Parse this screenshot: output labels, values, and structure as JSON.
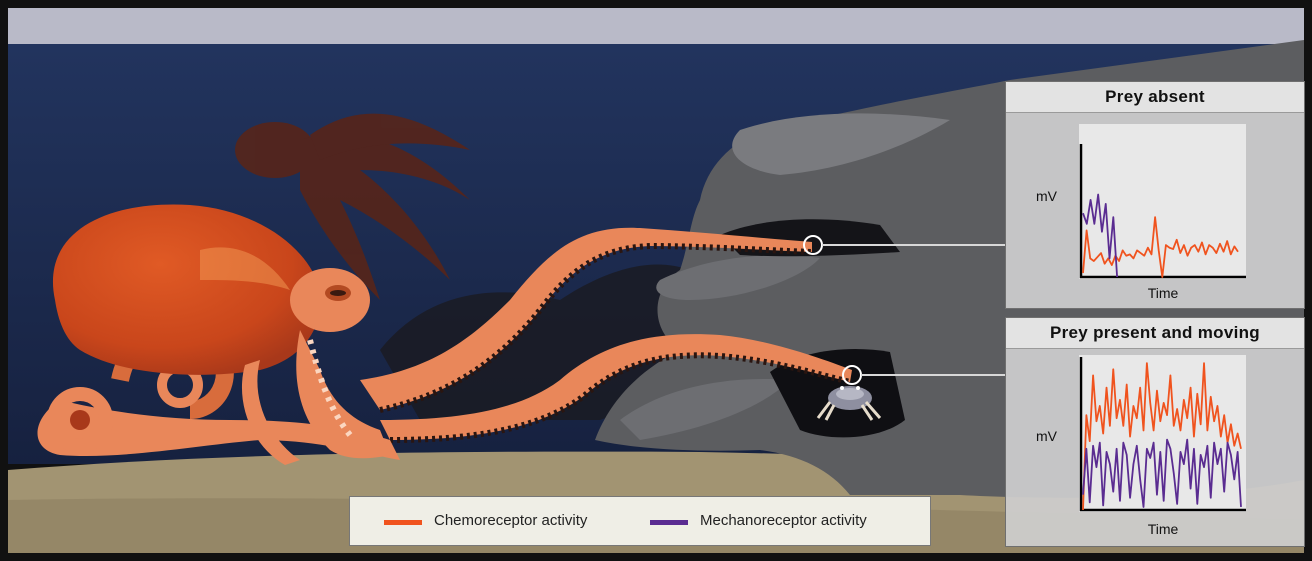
{
  "panels": [
    {
      "title": "Prey absent",
      "ylabel": "mV",
      "xlabel": "Time"
    },
    {
      "title": "Prey present and moving",
      "ylabel": "mV",
      "xlabel": "Time"
    }
  ],
  "legend": {
    "items": [
      {
        "label": "Chemoreceptor activity",
        "color": "#f0531e"
      },
      {
        "label": "Mechanoreceptor activity",
        "color": "#5a2c91"
      }
    ]
  },
  "colors": {
    "chemoreceptor": "#f0531e",
    "mechanoreceptor": "#5a2c91",
    "octopus": "#e9875a",
    "rock": "#5c5d60",
    "water": "#1c2c52",
    "sand": "#a29472"
  },
  "chart_data": [
    {
      "type": "line",
      "title": "Prey absent",
      "xlabel": "Time",
      "ylabel": "mV",
      "grid": false,
      "series": [
        {
          "name": "Chemoreceptor activity",
          "color": "#f0531e",
          "x": [
            0,
            1,
            2,
            3,
            4,
            5,
            6,
            7,
            8,
            9,
            10,
            11,
            12,
            13,
            14,
            15,
            16,
            17,
            18,
            19,
            20,
            21,
            22,
            23,
            24,
            25,
            26,
            27,
            28,
            29,
            30,
            31,
            32,
            33,
            34,
            35,
            36,
            37,
            38,
            39,
            40,
            41,
            42,
            43
          ],
          "values": [
            3,
            35,
            14,
            12,
            15,
            18,
            10,
            14,
            9,
            16,
            12,
            20,
            16,
            17,
            14,
            20,
            18,
            16,
            22,
            17,
            45,
            20,
            0,
            24,
            22,
            21,
            28,
            18,
            24,
            16,
            22,
            24,
            19,
            26,
            17,
            24,
            22,
            18,
            25,
            19,
            27,
            17,
            23,
            19
          ]
        },
        {
          "name": "Mechanoreceptor activity",
          "color": "#5a2c91",
          "x": [
            0,
            1,
            2,
            3,
            4,
            5,
            6,
            7,
            8,
            9
          ],
          "values": [
            48,
            40,
            58,
            40,
            62,
            34,
            55,
            14,
            45,
            0
          ]
        }
      ]
    },
    {
      "type": "line",
      "title": "Prey present and moving",
      "xlabel": "Time",
      "ylabel": "mV",
      "grid": false,
      "series": [
        {
          "name": "Chemoreceptor activity",
          "color": "#f0531e",
          "x": [
            0,
            1,
            2,
            3,
            4,
            5,
            6,
            7,
            8,
            9,
            10,
            11,
            12,
            13,
            14,
            15,
            16,
            17,
            18,
            19,
            20,
            21,
            22,
            23,
            24,
            25,
            26,
            27,
            28,
            29,
            30,
            31,
            32,
            33,
            34,
            35,
            36,
            37,
            38,
            39,
            40,
            41,
            42,
            43,
            44,
            45,
            46,
            47
          ],
          "values": [
            0,
            62,
            45,
            88,
            58,
            68,
            50,
            80,
            55,
            92,
            60,
            72,
            55,
            82,
            48,
            68,
            60,
            80,
            52,
            96,
            70,
            52,
            78,
            58,
            70,
            62,
            88,
            55,
            66,
            52,
            72,
            60,
            80,
            48,
            76,
            56,
            96,
            52,
            74,
            58,
            68,
            48,
            62,
            44,
            56,
            42,
            50,
            40
          ]
        },
        {
          "name": "Mechanoreceptor activity",
          "color": "#5a2c91",
          "x": [
            0,
            1,
            2,
            3,
            4,
            5,
            6,
            7,
            8,
            9,
            10,
            11,
            12,
            13,
            14,
            15,
            16,
            17,
            18,
            19,
            20,
            21,
            22,
            23,
            24,
            25,
            26,
            27,
            28,
            29,
            30,
            31,
            32,
            33,
            34,
            35,
            36,
            37,
            38,
            39,
            40,
            41,
            42,
            43,
            44,
            45,
            46,
            47
          ],
          "values": [
            10,
            40,
            5,
            42,
            28,
            44,
            3,
            38,
            30,
            12,
            40,
            6,
            44,
            36,
            8,
            30,
            42,
            20,
            2,
            40,
            34,
            44,
            10,
            38,
            6,
            46,
            40,
            24,
            4,
            38,
            30,
            46,
            14,
            40,
            4,
            36,
            28,
            42,
            8,
            44,
            30,
            40,
            12,
            44,
            36,
            20,
            38,
            2
          ]
        }
      ]
    }
  ]
}
